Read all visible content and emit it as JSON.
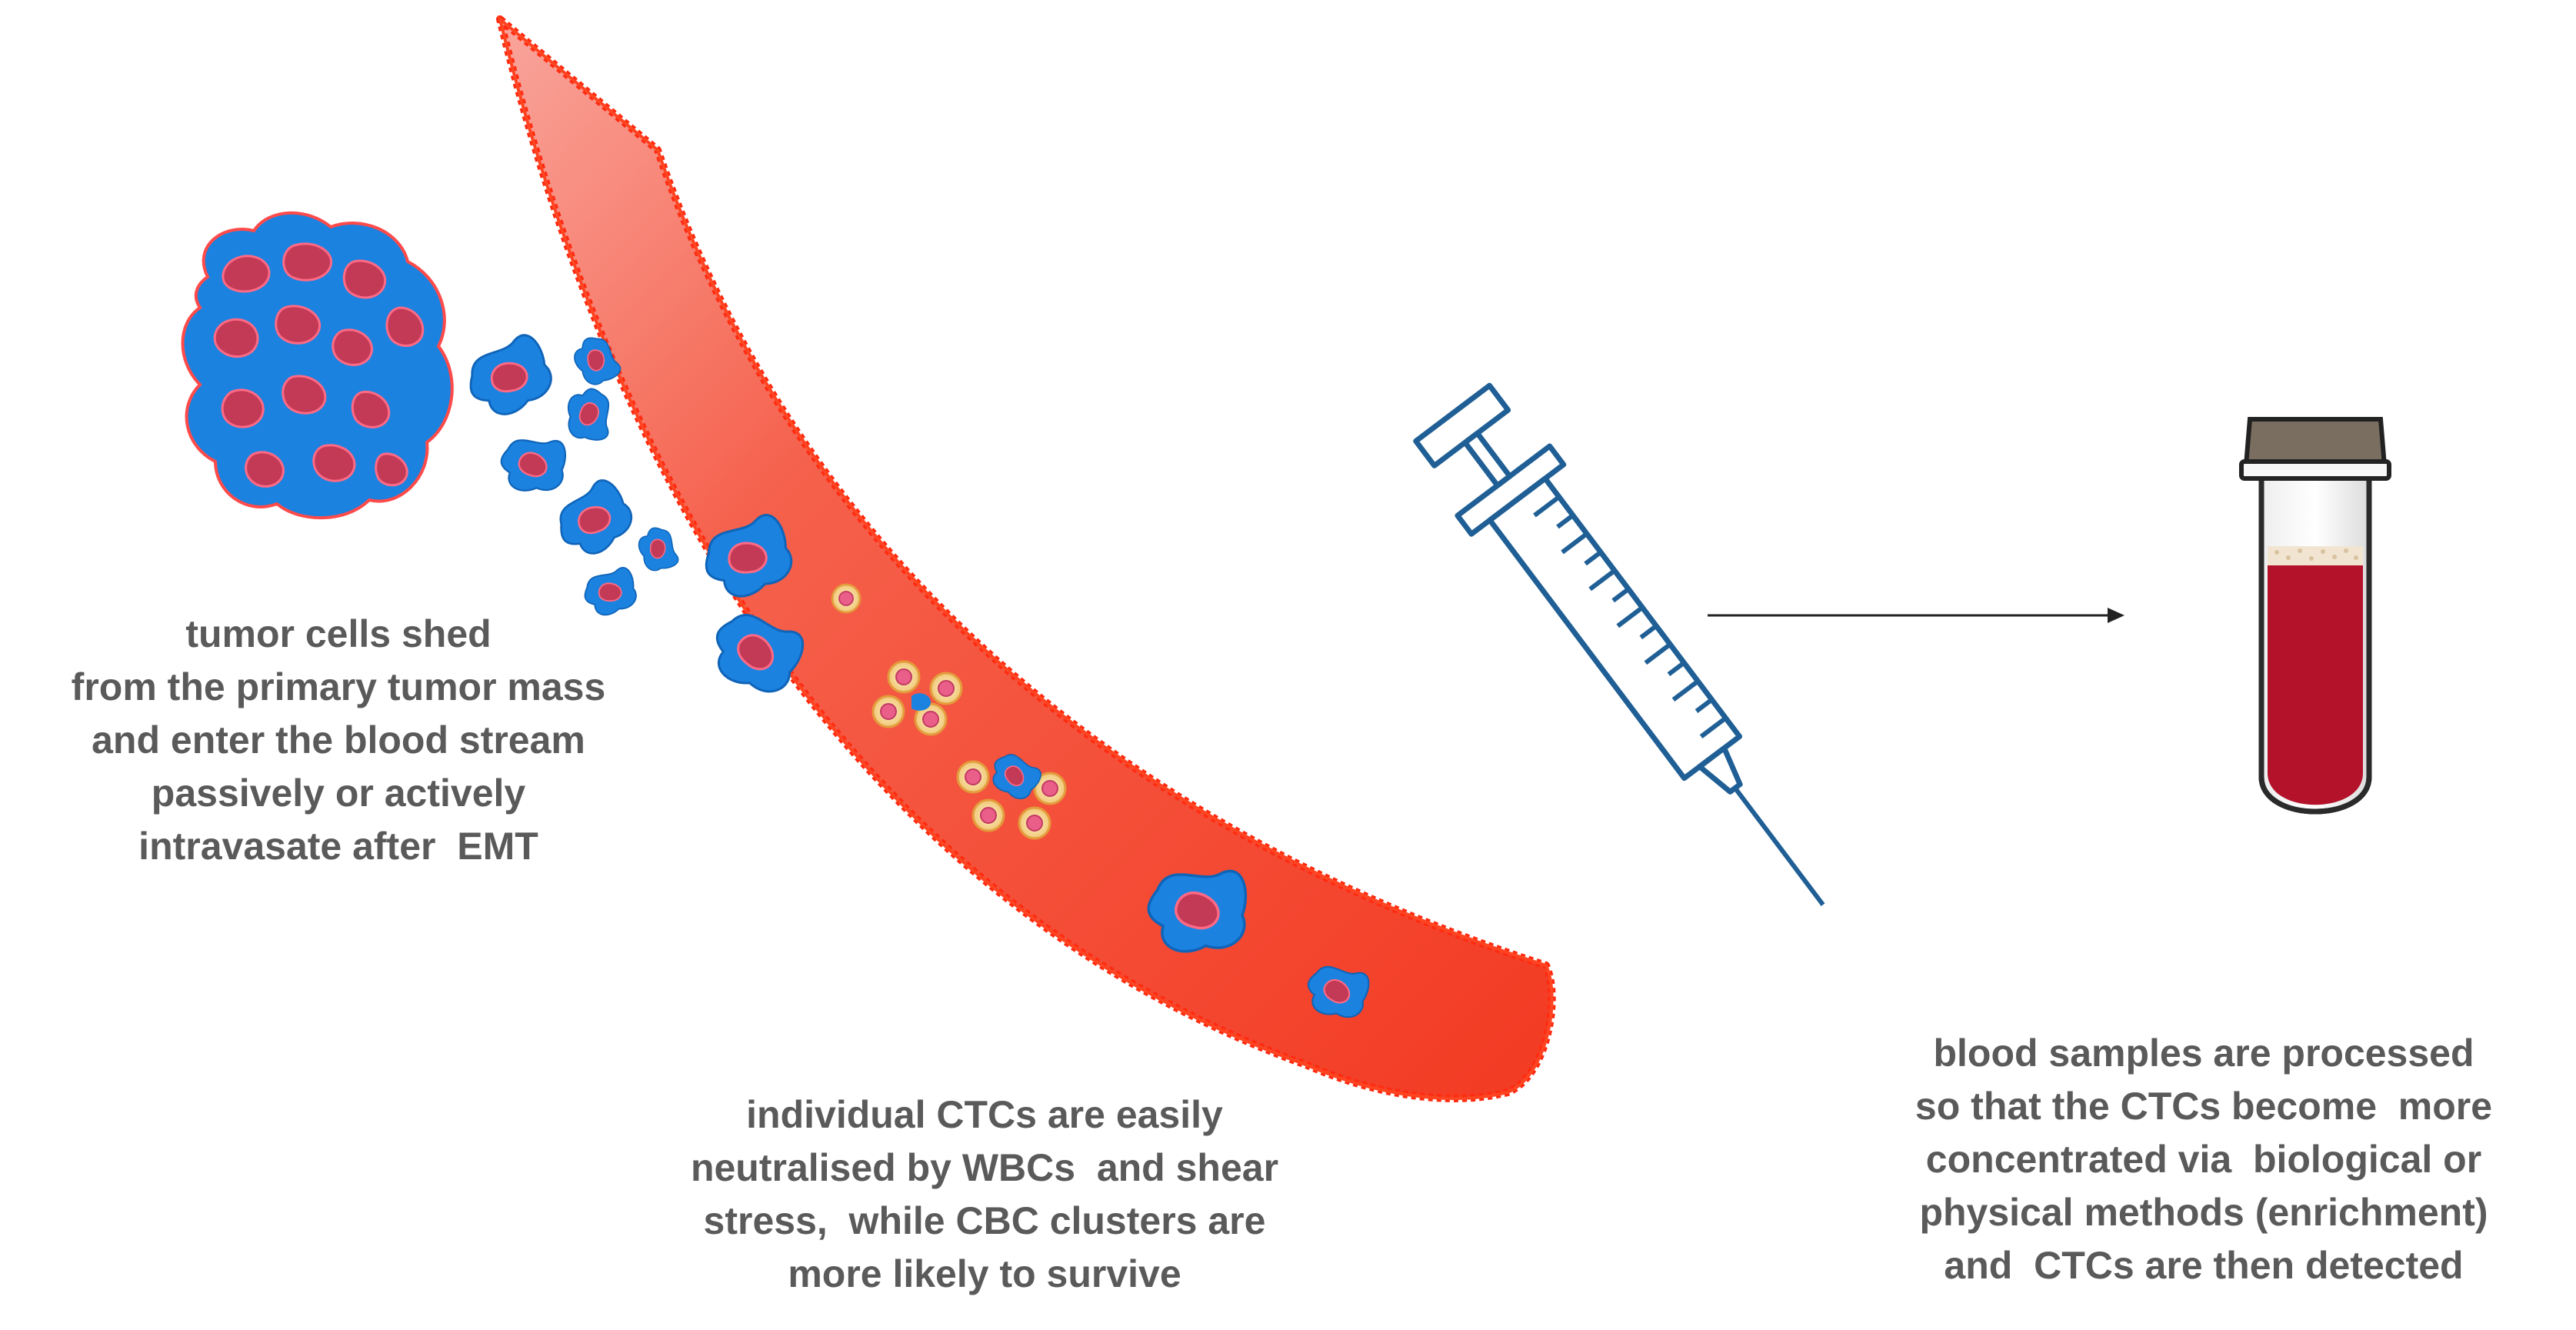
{
  "captions": {
    "tumor": [
      "tumor cells shed",
      "from the primary tumor mass",
      "and enter the blood stream",
      "passively or actively",
      "intravasate after  EMT"
    ],
    "ctc": [
      "individual CTCs are easily",
      "neutralised by WBCs  and shear",
      "stress,  while CBC clusters are",
      "more likely to survive"
    ],
    "sample": [
      "blood samples are processed",
      "so that the CTCs become  more",
      "concentrated via  biological or",
      "physical methods (enrichment)",
      "and  CTCs are then detected"
    ]
  },
  "colors": {
    "vessel": "#f33a22",
    "vessel_edge": "#ff2a10",
    "cell_blue": "#1b82e0",
    "nucleus": "#c23a55",
    "syringe": "#1f5f95",
    "blood": "#b3122a",
    "cap": "#7a6e60",
    "text": "#5a5a5a"
  },
  "icons": {
    "tumor": "tumor-mass-icon",
    "syringe": "syringe-icon",
    "tube": "blood-tube-icon",
    "arrow": "right-arrow-icon"
  }
}
